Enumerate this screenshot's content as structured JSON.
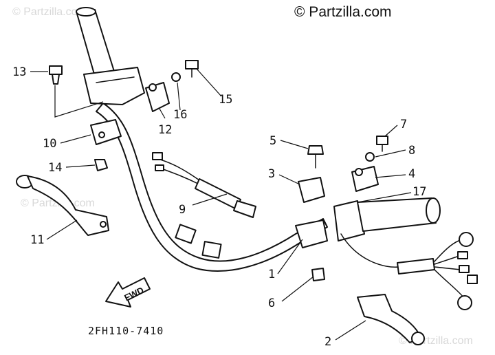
{
  "watermark": {
    "main": "© Partzilla.com",
    "faint_top_left": "© Partzilla.com",
    "faint_middle": "© Partzilla.com",
    "faint_bottom": "© Partzilla.com"
  },
  "diagram_code": "2FH110-7410",
  "direction_label": "FWD",
  "callouts": [
    "1",
    "2",
    "3",
    "4",
    "5",
    "6",
    "7",
    "8",
    "9",
    "10",
    "11",
    "12",
    "13",
    "14",
    "15",
    "16",
    "17"
  ],
  "colors": {
    "ink": "#111111",
    "paper": "#ffffff",
    "watermark_faint": "#d8d8d8"
  }
}
